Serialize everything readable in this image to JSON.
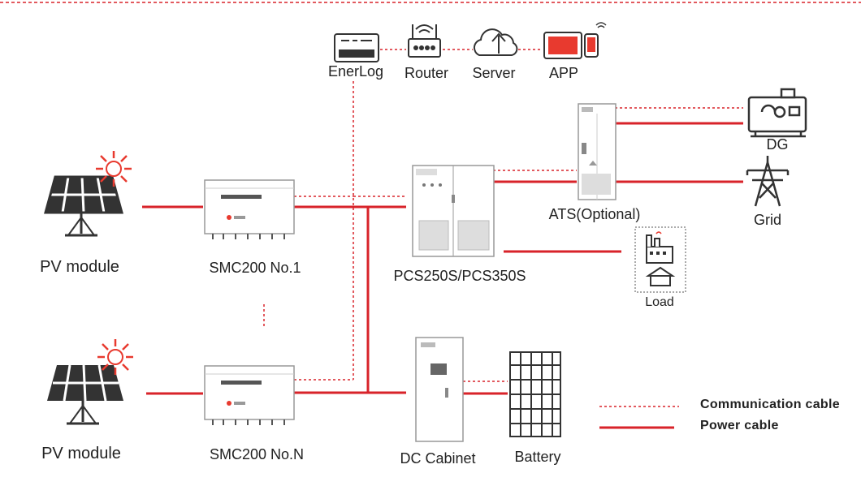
{
  "colors": {
    "power": "#d8232a",
    "comm": "#d8232a",
    "device": "#333333",
    "accent": "#e83a2f"
  },
  "labels": {
    "enerlog": "EnerLog",
    "router": "Router",
    "server": "Server",
    "app": "APP",
    "pv1": "PV module",
    "pv2": "PV module",
    "smc1": "SMC200 No.1",
    "smcn": "SMC200 No.N",
    "pcs": "PCS250S/PCS350S",
    "ats": "ATS(Optional)",
    "dg": "DG",
    "grid": "Grid",
    "load": "Load",
    "dc": "DC Cabinet",
    "battery": "Battery",
    "ellipsis": "·  ·  ·"
  },
  "legend": {
    "comm": "Communication cable",
    "power": "Power cable"
  },
  "icons": [
    "enerlog-icon",
    "router-icon",
    "cloud-upload-icon",
    "tablet-phone-icon",
    "solar-panel-icon",
    "inverter-icon",
    "cabinet-icon",
    "generator-icon",
    "pylon-icon",
    "factory-house-icon",
    "battery-rack-icon"
  ]
}
